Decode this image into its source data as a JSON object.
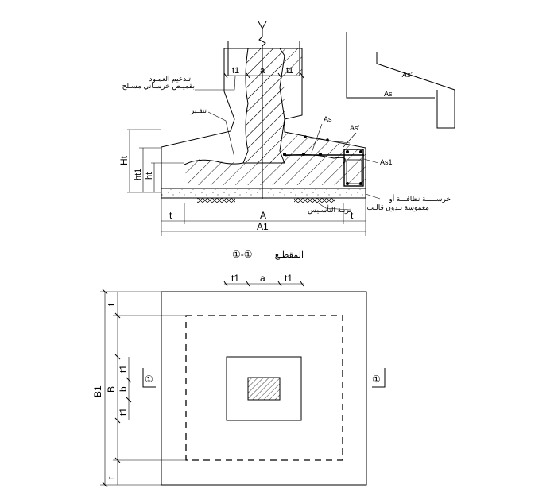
{
  "section": {
    "dims": {
      "t1_left": "t1",
      "a": "a",
      "t1_right": "t1",
      "Ht": "Ht",
      "ht1": "ht1",
      "ht": "ht",
      "t_left": "t",
      "A": "A",
      "t_right": "t",
      "A1": "A1"
    },
    "rebar": {
      "As_top": "As",
      "As_prime": "As'",
      "As1": "As1"
    },
    "notes": {
      "column_note_1": "تـدعيم العمـود",
      "column_note_2": "بقميـص خرسـاني مسـلح",
      "chipping": "تنقـير",
      "lean_concrete_1": "خرســـــة نظافـــة أو",
      "lean_concrete_2": "مغموسة بـدون قالـب",
      "foundation_soil": "تربـة التأسـيس"
    },
    "caption": "المقطـع",
    "section_marker": "①-①"
  },
  "detail": {
    "As": "As",
    "As_prime": "As'"
  },
  "plan": {
    "dims": {
      "t1_left": "t1",
      "a": "a",
      "t1_right": "t1",
      "B1": "B1",
      "B": "B",
      "t_top": "t",
      "t1_upper": "t1",
      "b": "b",
      "t1_lower": "t1",
      "t_bottom": "t"
    },
    "marker_left": "①",
    "marker_right": "①"
  }
}
